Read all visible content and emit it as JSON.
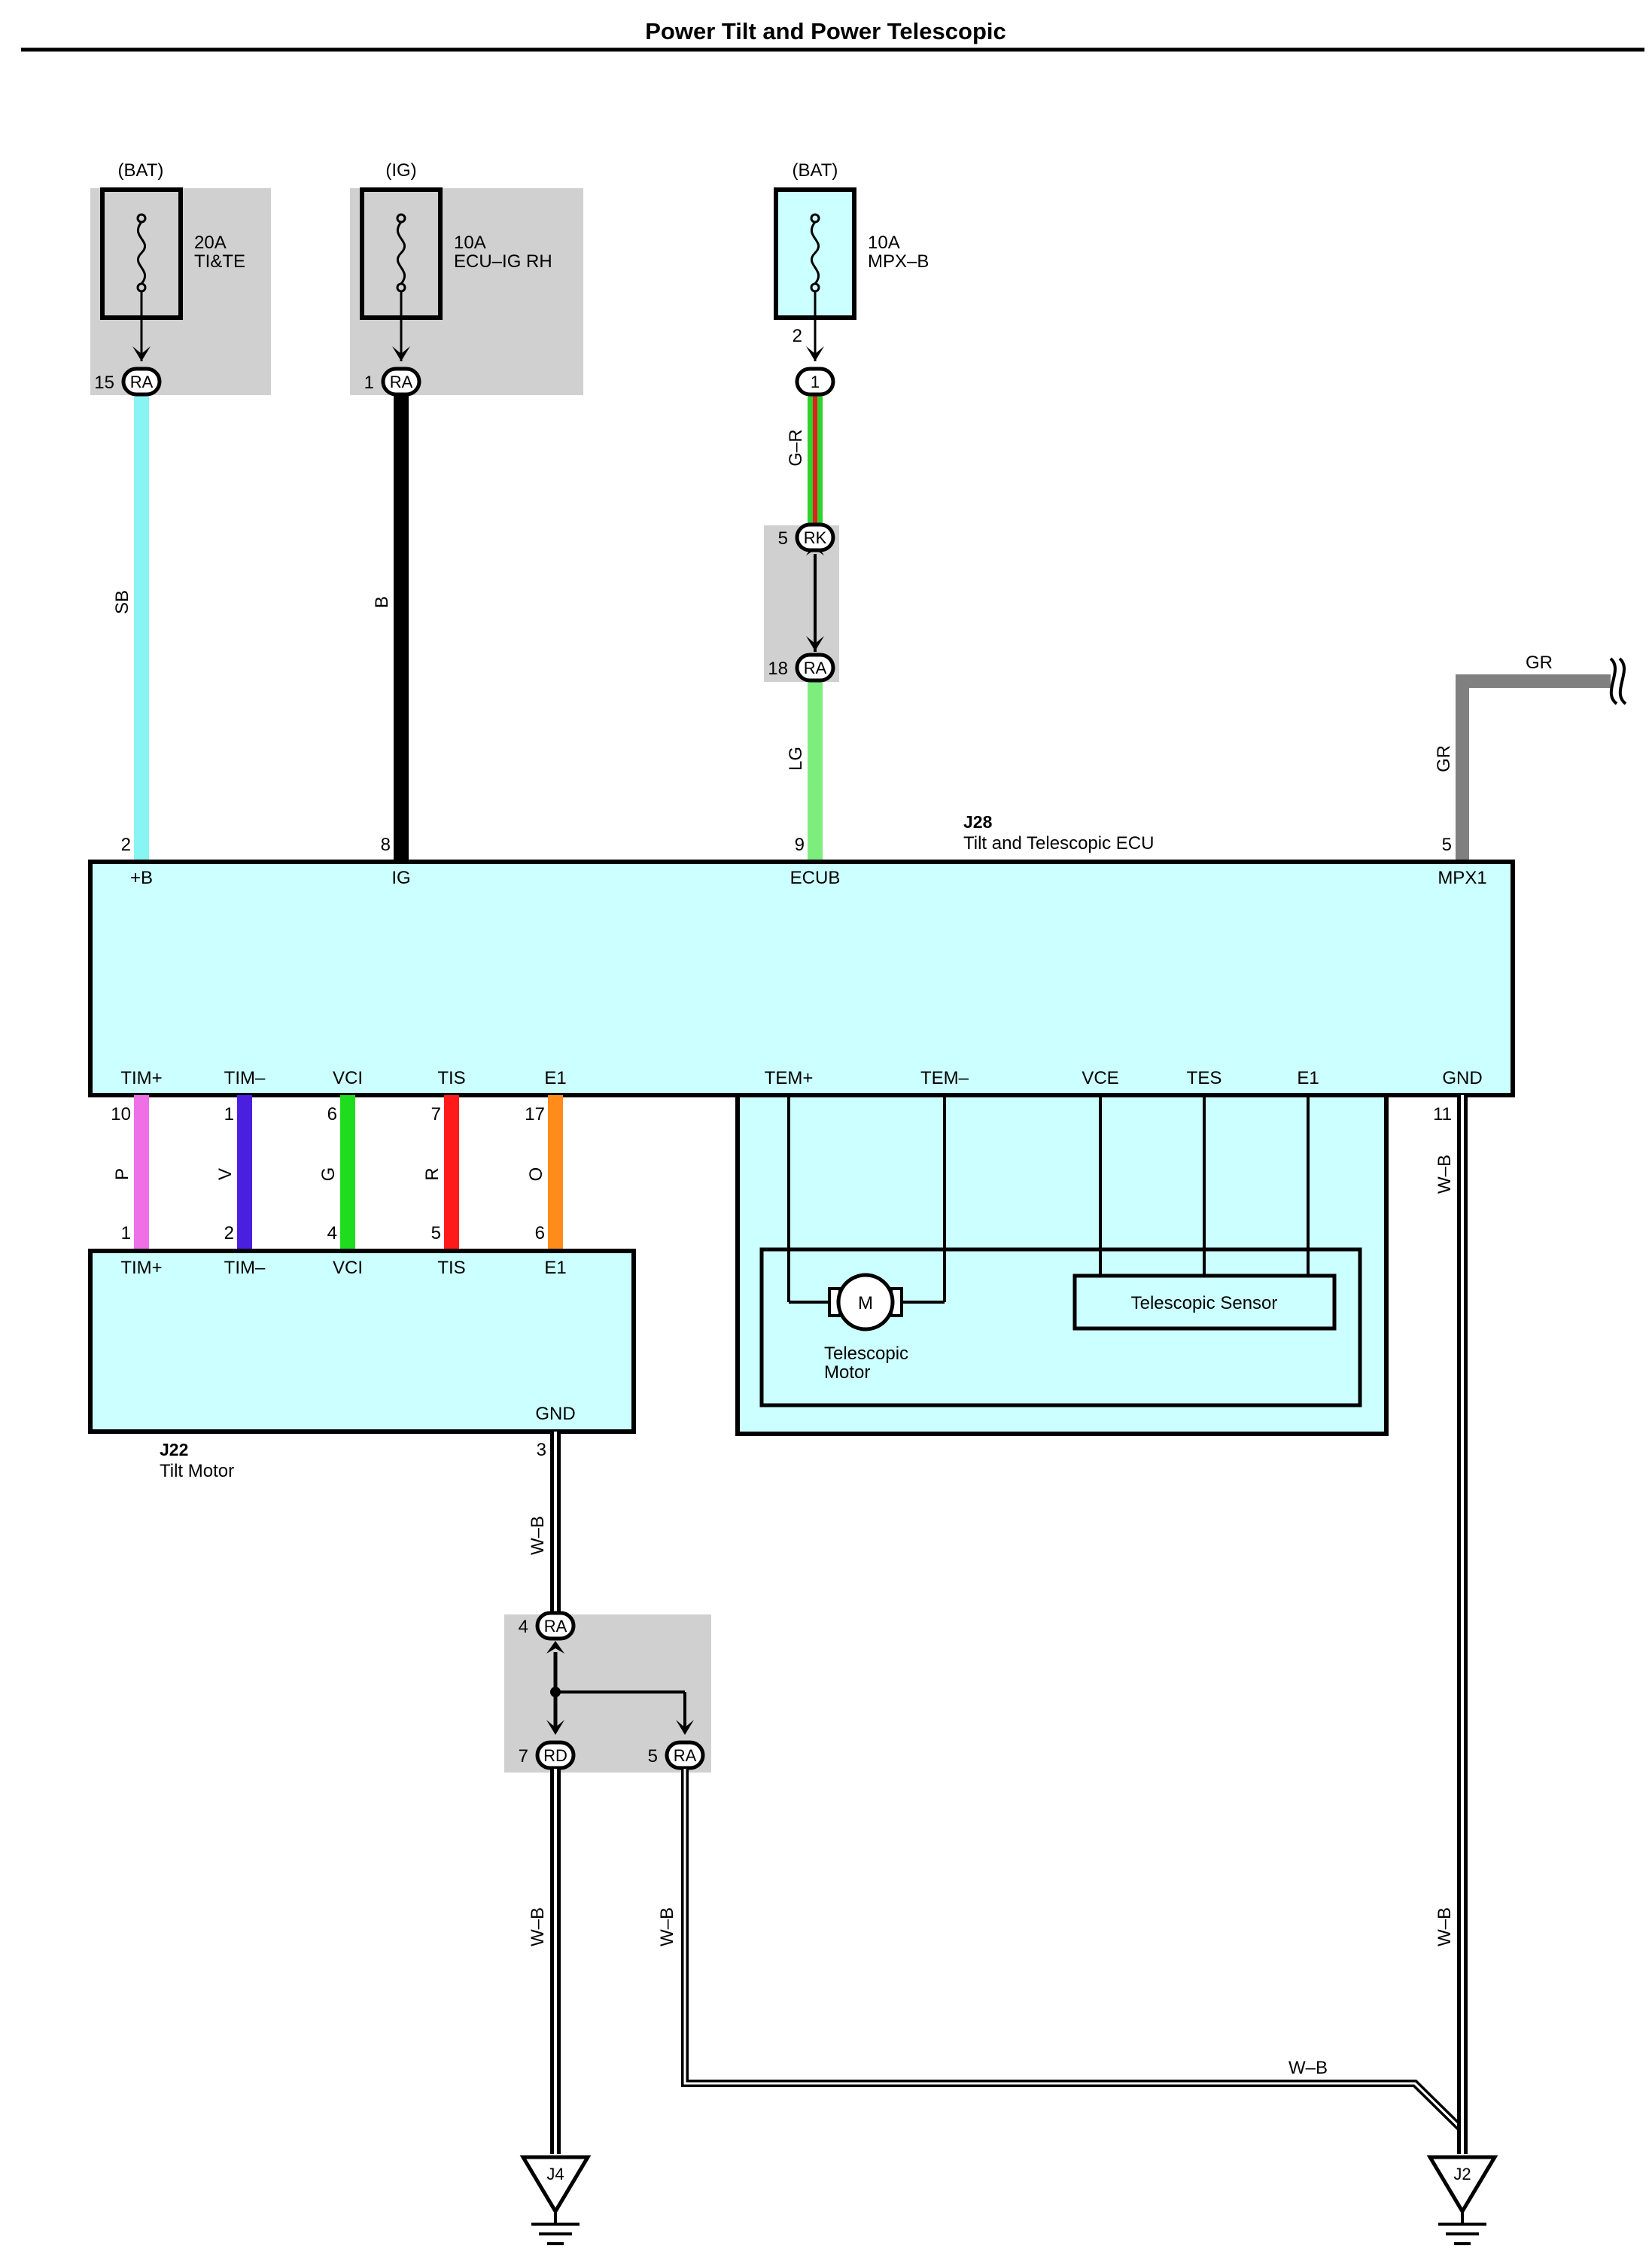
{
  "title": "Power Tilt and Power Telescopic",
  "fuses": [
    {
      "source": "(BAT)",
      "rating": "20A",
      "name": "TI&TE"
    },
    {
      "source": "(IG)",
      "rating": "10A",
      "name": "ECU–IG RH"
    },
    {
      "source": "(BAT)",
      "rating": "10A",
      "name": "MPX–B"
    }
  ],
  "connectors": {
    "fuse1": {
      "pin": "15",
      "code": "RA"
    },
    "fuse2": {
      "pin": "1",
      "code": "RA"
    },
    "fuse3_pin": "2",
    "fuse3_conn": "1",
    "rk": {
      "pin": "5",
      "code": "RK"
    },
    "ra18": {
      "pin": "18",
      "code": "RA"
    },
    "ra4": {
      "pin": "4",
      "code": "RA"
    },
    "rd7": {
      "pin": "7",
      "code": "RD"
    },
    "ra5": {
      "pin": "5",
      "code": "RA"
    }
  },
  "wire_colors": {
    "sb": "SB",
    "b": "B",
    "gr_upper": "G–R",
    "lg": "LG",
    "gr": "GR",
    "p": "P",
    "v": "V",
    "g": "G",
    "r": "R",
    "o": "O",
    "wb_tilt": "W–B",
    "wb_j4": "W–B",
    "wb_mid": "W–B",
    "wb_right_upper": "W–B",
    "wb_right_lower": "W–B",
    "wb_horizontal": "W–B"
  },
  "ecu": {
    "code": "J28",
    "name": "Tilt and Telescopic ECU",
    "top_pins": [
      {
        "num": "2",
        "label": "+B"
      },
      {
        "num": "8",
        "label": "IG"
      },
      {
        "num": "9",
        "label": "ECUB"
      },
      {
        "num": "5",
        "label": "MPX1"
      }
    ],
    "bottom_labels": [
      "TIM+",
      "TIM–",
      "VCI",
      "TIS",
      "E1",
      "TEM+",
      "TEM–",
      "VCE",
      "TES",
      "E1",
      "GND"
    ],
    "bottom_pins": [
      "10",
      "1",
      "6",
      "7",
      "17",
      "11"
    ]
  },
  "tilt_motor": {
    "code": "J22",
    "name": "Tilt Motor",
    "labels": [
      "TIM+",
      "TIM–",
      "VCI",
      "TIS",
      "E1"
    ],
    "pins": [
      "1",
      "2",
      "4",
      "5",
      "6"
    ],
    "gnd_label": "GND",
    "gnd_pin": "3"
  },
  "telescopic": {
    "motor_symbol": "M",
    "motor_label_1": "Telescopic",
    "motor_label_2": "Motor",
    "sensor_label": "Telescopic Sensor"
  },
  "grounds": {
    "left": "J4",
    "right": "J2"
  },
  "colors": {
    "sb": "#88f4f4",
    "b": "#000000",
    "g_r_green": "#2ed12e",
    "g_r_red": "#e02020",
    "lg": "#7ded7d",
    "gr": "#808080",
    "p": "#ee6fe6",
    "v": "#4a1fe0",
    "g": "#1fdc1f",
    "r": "#ff1a1a",
    "o": "#ff8c1a",
    "box_fill": "#ccffff",
    "gray_zone": "#d0d0d0"
  }
}
